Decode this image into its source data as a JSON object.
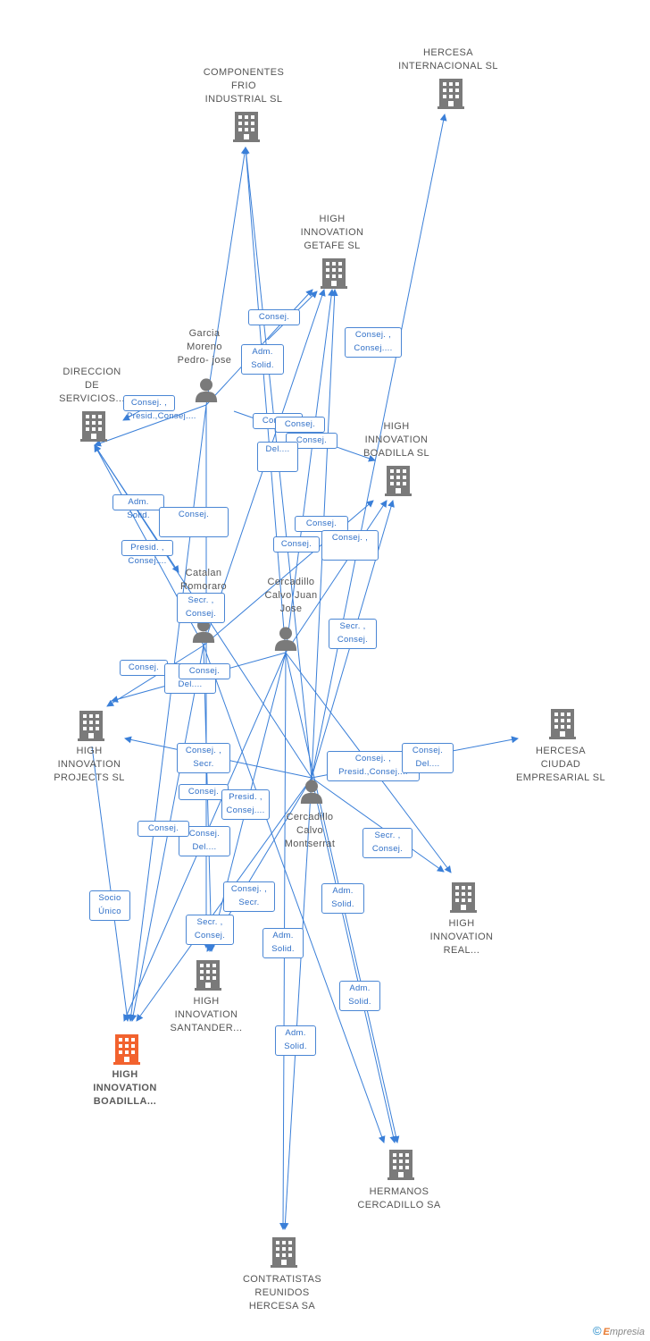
{
  "colors": {
    "company": "#7a7a7a",
    "focus": "#f2622e",
    "person": "#7a7a7a",
    "edge": "#3a7fd8"
  },
  "nodes": [
    {
      "id": "n0",
      "kind": "company",
      "label": "COMPONENTES\nFRIO\nINDUSTRIAL SL",
      "icon": "building-icon"
    },
    {
      "id": "n1",
      "kind": "company",
      "label": "HERCESA\nINTERNACIONAL SL",
      "icon": "building-icon"
    },
    {
      "id": "n2",
      "kind": "company",
      "label": "HIGH\nINNOVATION\nGETAFE SL",
      "icon": "building-icon"
    },
    {
      "id": "n3",
      "kind": "person",
      "label": "Garcia\nMoreno\nPedro- jose",
      "icon": "person-icon"
    },
    {
      "id": "n4",
      "kind": "company",
      "label": "DIRECCION\nDE\nSERVICIOS...",
      "icon": "building-icon"
    },
    {
      "id": "n5",
      "kind": "company",
      "label": "HIGH\nINNOVATION\nBOADILLA SL",
      "icon": "building-icon"
    },
    {
      "id": "n6",
      "kind": "person",
      "label": "Catalan\nRomoraro\nA...",
      "icon": "person-icon"
    },
    {
      "id": "n7",
      "kind": "person",
      "label": "Cercadillo\nCalvo Juan\nJose",
      "icon": "person-icon"
    },
    {
      "id": "n8",
      "kind": "company",
      "label": "HIGH\nINNOVATION\nPROJECTS SL",
      "icon": "building-icon"
    },
    {
      "id": "n9",
      "kind": "company",
      "label": "HERCESA\nCIUDAD\nEMPRESARIAL SL",
      "icon": "building-icon"
    },
    {
      "id": "n10",
      "kind": "person",
      "label": "Cercadillo\nCalvo\nMontserrat",
      "icon": "person-icon"
    },
    {
      "id": "n11",
      "kind": "company",
      "label": "HIGH\nINNOVATION\nREAL...",
      "icon": "building-icon"
    },
    {
      "id": "n12",
      "kind": "company",
      "label": "HIGH\nINNOVATION\nSANTANDER...",
      "icon": "building-icon"
    },
    {
      "id": "n13",
      "kind": "focus",
      "label": "HIGH\nINNOVATION\nBOADILLA...",
      "icon": "building-icon"
    },
    {
      "id": "n14",
      "kind": "company",
      "label": "HERMANOS\nCERCADILLO SA",
      "icon": "building-icon"
    },
    {
      "id": "n15",
      "kind": "company",
      "label": "CONTRATISTAS\nREUNIDOS\nHERCESA SA",
      "icon": "building-icon"
    }
  ],
  "edge_labels": [
    "Consej.",
    "Adm.\nSolid.",
    "Consej. ,\nConsej....",
    "Consej.",
    "Consej.",
    "Consej.",
    "Del....",
    "Adm.\nSolid.",
    "Consej.",
    "Consej. ,\nPresid.,Consej....",
    "Consej.",
    "Consej. ,",
    "Presid. ,\nConsej....",
    "Consej.",
    "Secr. ,\nConsej.",
    "Secr. ,\nConsej.",
    "Consej.",
    "Co\nDel....",
    "Consej.",
    "Consej. ,\nSecr.",
    "Consej.\nDel....",
    "Consej. ,\nPresid.,Consej....",
    "Consej.",
    "Presid. ,\nConsej....",
    "Consej.",
    "Consej.\nDel....",
    "Secr. ,\nConsej.",
    "Consej. ,\nSecr.",
    "Socio\nÚnico",
    "Adm.\nSolid.",
    "Secr. ,\nConsej.",
    "Adm.\nSolid.",
    "Adm.\nSolid.",
    "Adm.\nSolid."
  ],
  "brand": {
    "copyright": "©",
    "name_first": "E",
    "name_rest": "mpresia"
  }
}
